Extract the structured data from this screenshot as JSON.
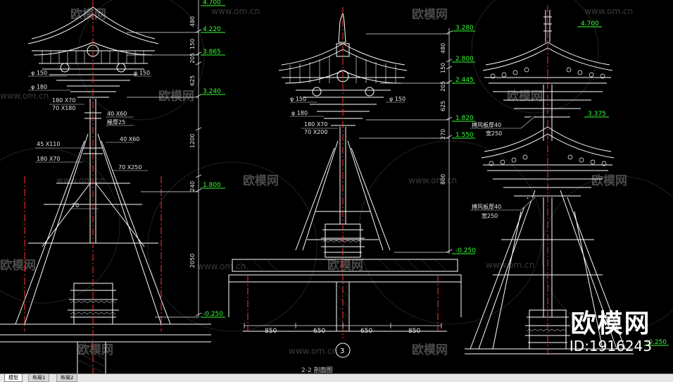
{
  "drawing": {
    "watermark_url": "www.om.cn",
    "watermark_brand": "欧模网",
    "brand_name": "欧模网",
    "brand_id": "ID:1916243",
    "section_title": "2-2 剖面图",
    "section_number": "3",
    "left_view": {
      "elevations": [
        "4.700",
        "4.220",
        "3.865",
        "3.240",
        "1.800",
        "-0.250"
      ],
      "dims": [
        "480",
        "150",
        "205",
        "625",
        "1200",
        "240",
        "2050"
      ],
      "labels": [
        "φ 150",
        "φ 150",
        "φ 180",
        "180 X70",
        "70 X180",
        "40 X60",
        "椽厚25",
        "40 X60",
        "45 X110",
        "180 X70",
        "70 X250",
        "70"
      ]
    },
    "middle_view": {
      "elevations": [
        "3.280",
        "2.800",
        "2.445",
        "1.820",
        "1.550",
        "-0.250"
      ],
      "dims": [
        "480",
        "150",
        "205",
        "625",
        "270",
        "800"
      ],
      "labels": [
        "φ 150",
        "φ 150",
        "φ 180",
        "180 X70",
        "70 X200"
      ],
      "bottom_dims": [
        "850",
        "650",
        "650",
        "850"
      ]
    },
    "right_view": {
      "elevations": [
        "4.700",
        "3.375",
        "-0.250"
      ],
      "labels": [
        "搏风板厚40",
        "宽250",
        "搏风板厚40",
        "宽250"
      ]
    }
  },
  "tabs": [
    {
      "label": "模型",
      "active": true
    },
    {
      "label": "布局1",
      "active": false
    },
    {
      "label": "布局2",
      "active": false
    }
  ],
  "colors": {
    "background": "#000000",
    "lines": "#ffffff",
    "elevation": "#33ff33",
    "centerline": "#ff3333",
    "dimension": "#e6e6e6"
  }
}
